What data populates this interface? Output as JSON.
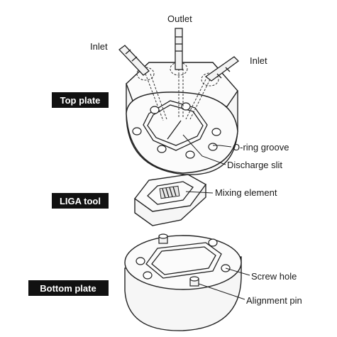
{
  "labels": {
    "outlet": "Outlet",
    "inlet_left": "Inlet",
    "inlet_right": "Inlet",
    "oring_groove": "O-ring groove",
    "discharge_slit": "Discharge slit",
    "mixing_element": "Mixing element",
    "screw_hole": "Screw hole",
    "alignment_pin": "Alignment pin"
  },
  "tags": {
    "top_plate": "Top plate",
    "liga_tool": "LIGA tool",
    "bottom_plate": "Bottom plate"
  }
}
